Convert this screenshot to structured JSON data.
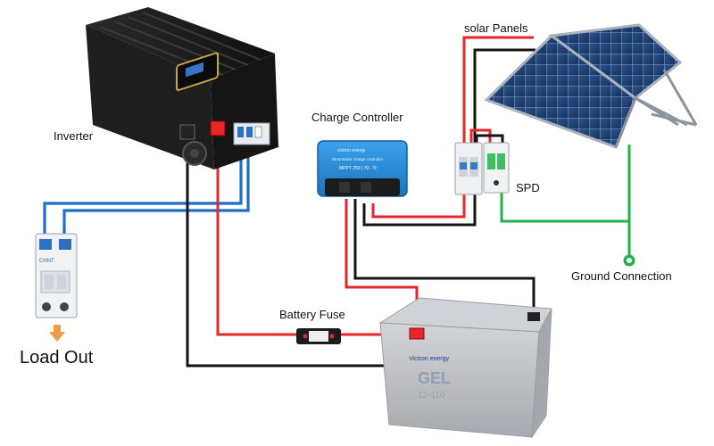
{
  "labels": {
    "solar_panels": "solar Panels",
    "charge_controller": "Charge Controller",
    "inverter": "Inverter",
    "spd": "SPD",
    "ground_connection": "Ground Connection",
    "battery_fuse": "Battery Fuse",
    "load_out": "Load Out"
  },
  "device_text": {
    "controller_model": "MPPT 250 | 70 - Tr",
    "controller_title": "SmartSolar charge controller",
    "controller_brand": "victron energy",
    "battery_brand": "Victron energy",
    "battery_model_a": "GEL",
    "battery_model_b": "12-110",
    "breaker_brand": "CHNT"
  },
  "colors": {
    "positive_wire": "#e8252b",
    "negative_wire": "#141414",
    "ac_wire": "#1f6fc4",
    "ground_wire": "#22b24c",
    "controller_blue": "#2a8fd8",
    "panel_cell": "#20406e",
    "battery_body": "#b9bcc0"
  }
}
